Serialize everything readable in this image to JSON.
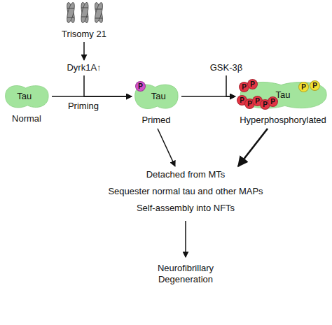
{
  "diagram": {
    "nodes": [
      {
        "text": [
          "Trisomy 21"
        ]
      },
      {
        "text": [
          "Dyrk1A↑"
        ]
      },
      {
        "text": [
          "GSK-3β"
        ]
      },
      {
        "text": [
          "Tau",
          "Normal"
        ]
      },
      {
        "text": [
          "Tau",
          "Primed"
        ]
      },
      {
        "text": [
          "P"
        ],
        "in": 4
      },
      {
        "text": [
          "Tau",
          "Hyperphosphorylated"
        ]
      },
      {
        "text": [
          "P"
        ],
        "in": 6
      },
      {
        "text": [
          "P"
        ],
        "in": 6
      },
      {
        "text": [
          "P"
        ],
        "in": 6
      },
      {
        "text": [
          "P"
        ],
        "in": 6
      },
      {
        "text": [
          "P"
        ],
        "in": 6
      },
      {
        "text": [
          "P"
        ],
        "in": 6
      },
      {
        "text": [
          "P"
        ],
        "in": 6
      },
      {
        "text": [
          "P"
        ],
        "in": 6
      },
      {
        "text": [
          "P"
        ],
        "in": 6
      },
      {
        "text": [
          "Detached from MTs",
          "Sequester normal tau and other MAPs",
          "Self-assembly into NFTs"
        ]
      },
      {
        "text": [
          "Neurofibrillary Degeneration"
        ]
      }
    ],
    "edges": [
      {
        "from": 0,
        "to": 1,
        "arrow": "to"
      },
      {
        "from": 1,
        "to": 4,
        "arrow": "to"
      },
      {
        "from": 3,
        "to": 4,
        "label": "Priming",
        "arrow": "to"
      },
      {
        "from": 2,
        "to": 6,
        "arrow": "to"
      },
      {
        "from": 4,
        "to": 6,
        "arrow": "to"
      },
      {
        "from": 4,
        "to": 16,
        "arrow": "to"
      },
      {
        "from": 6,
        "to": 16,
        "arrow": "to"
      },
      {
        "from": 16,
        "to": 17,
        "arrow": "to"
      }
    ]
  }
}
